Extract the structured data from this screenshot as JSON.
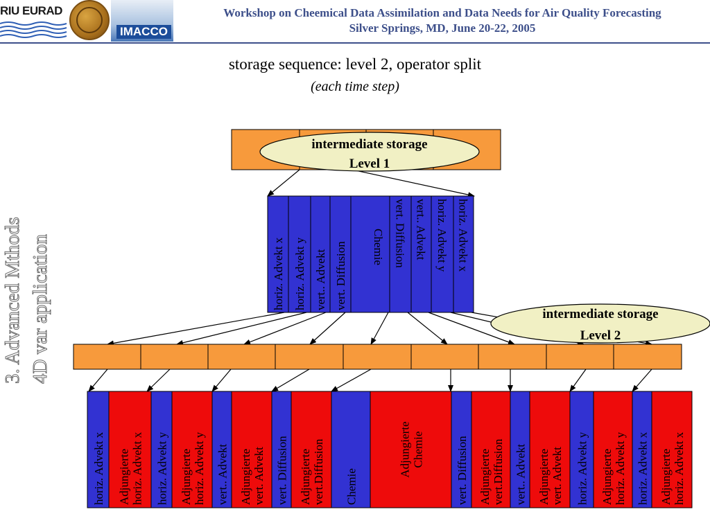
{
  "header": {
    "logo_text": "RIU EURAD",
    "imacco_text": "IMACCO",
    "title_line1": "Workshop on Cheemical Data Assimilation and Data Needs for Air Quality Forecasting",
    "title_line2": "Silver Springs, MD, June 20-22, 2005"
  },
  "slide": {
    "title": "storage sequence: level 2, operator split",
    "subtitle": "(each time step)",
    "side_line1": "3. Advanced Mthods",
    "side_line2": "4D var application"
  },
  "storage": {
    "level1_label_line1": "intermediate storage",
    "level1_label_line2": "Level 1",
    "level2_label_line1": "intermediate storage",
    "level2_label_line2": "Level 2"
  },
  "colors": {
    "orange": "#f79a3c",
    "blue": "#3232d2",
    "red": "#ee0b0b",
    "ellipse": "#f1f0c4"
  },
  "middle_sequence": [
    [
      "horiz. Advekt x"
    ],
    [
      "horiz. Advekt y"
    ],
    [
      "vert.. Advekt"
    ],
    [
      "vert. Diffusion"
    ],
    [
      "Chemie"
    ],
    [
      "vert. Diffusion"
    ],
    [
      "vert.. Advekt"
    ],
    [
      "horiz. Advekt y"
    ],
    [
      "horiz. Advekt x"
    ]
  ],
  "bottom_sequence": [
    [
      "horiz. Advekt x"
    ],
    [
      "Adjungierte",
      "horiz. Advekt x"
    ],
    [
      "horiz. Advekt y"
    ],
    [
      "Adjungierte",
      "horiz. Advekt y"
    ],
    [
      "vert.. Advekt"
    ],
    [
      "Adjungierte",
      "vert. Advekt"
    ],
    [
      "vert. Diffusion"
    ],
    [
      "Adjungierte",
      "vert.Diffusion"
    ],
    [
      "Chemie"
    ],
    [
      "Adjungierte",
      "Chemie"
    ],
    [
      "vert. Diffusion"
    ],
    [
      "Adjungierte",
      "vert.Diffusion"
    ],
    [
      "vert.. Advekt"
    ],
    [
      "Adjungierte",
      "vert. Advekt"
    ],
    [
      "horiz. Advekt y"
    ],
    [
      "Adjungierte",
      "horiz. Advekt y"
    ],
    [
      "horiz. Advekt x"
    ],
    [
      "Adjungierte",
      "horiz. Advekt x"
    ]
  ]
}
